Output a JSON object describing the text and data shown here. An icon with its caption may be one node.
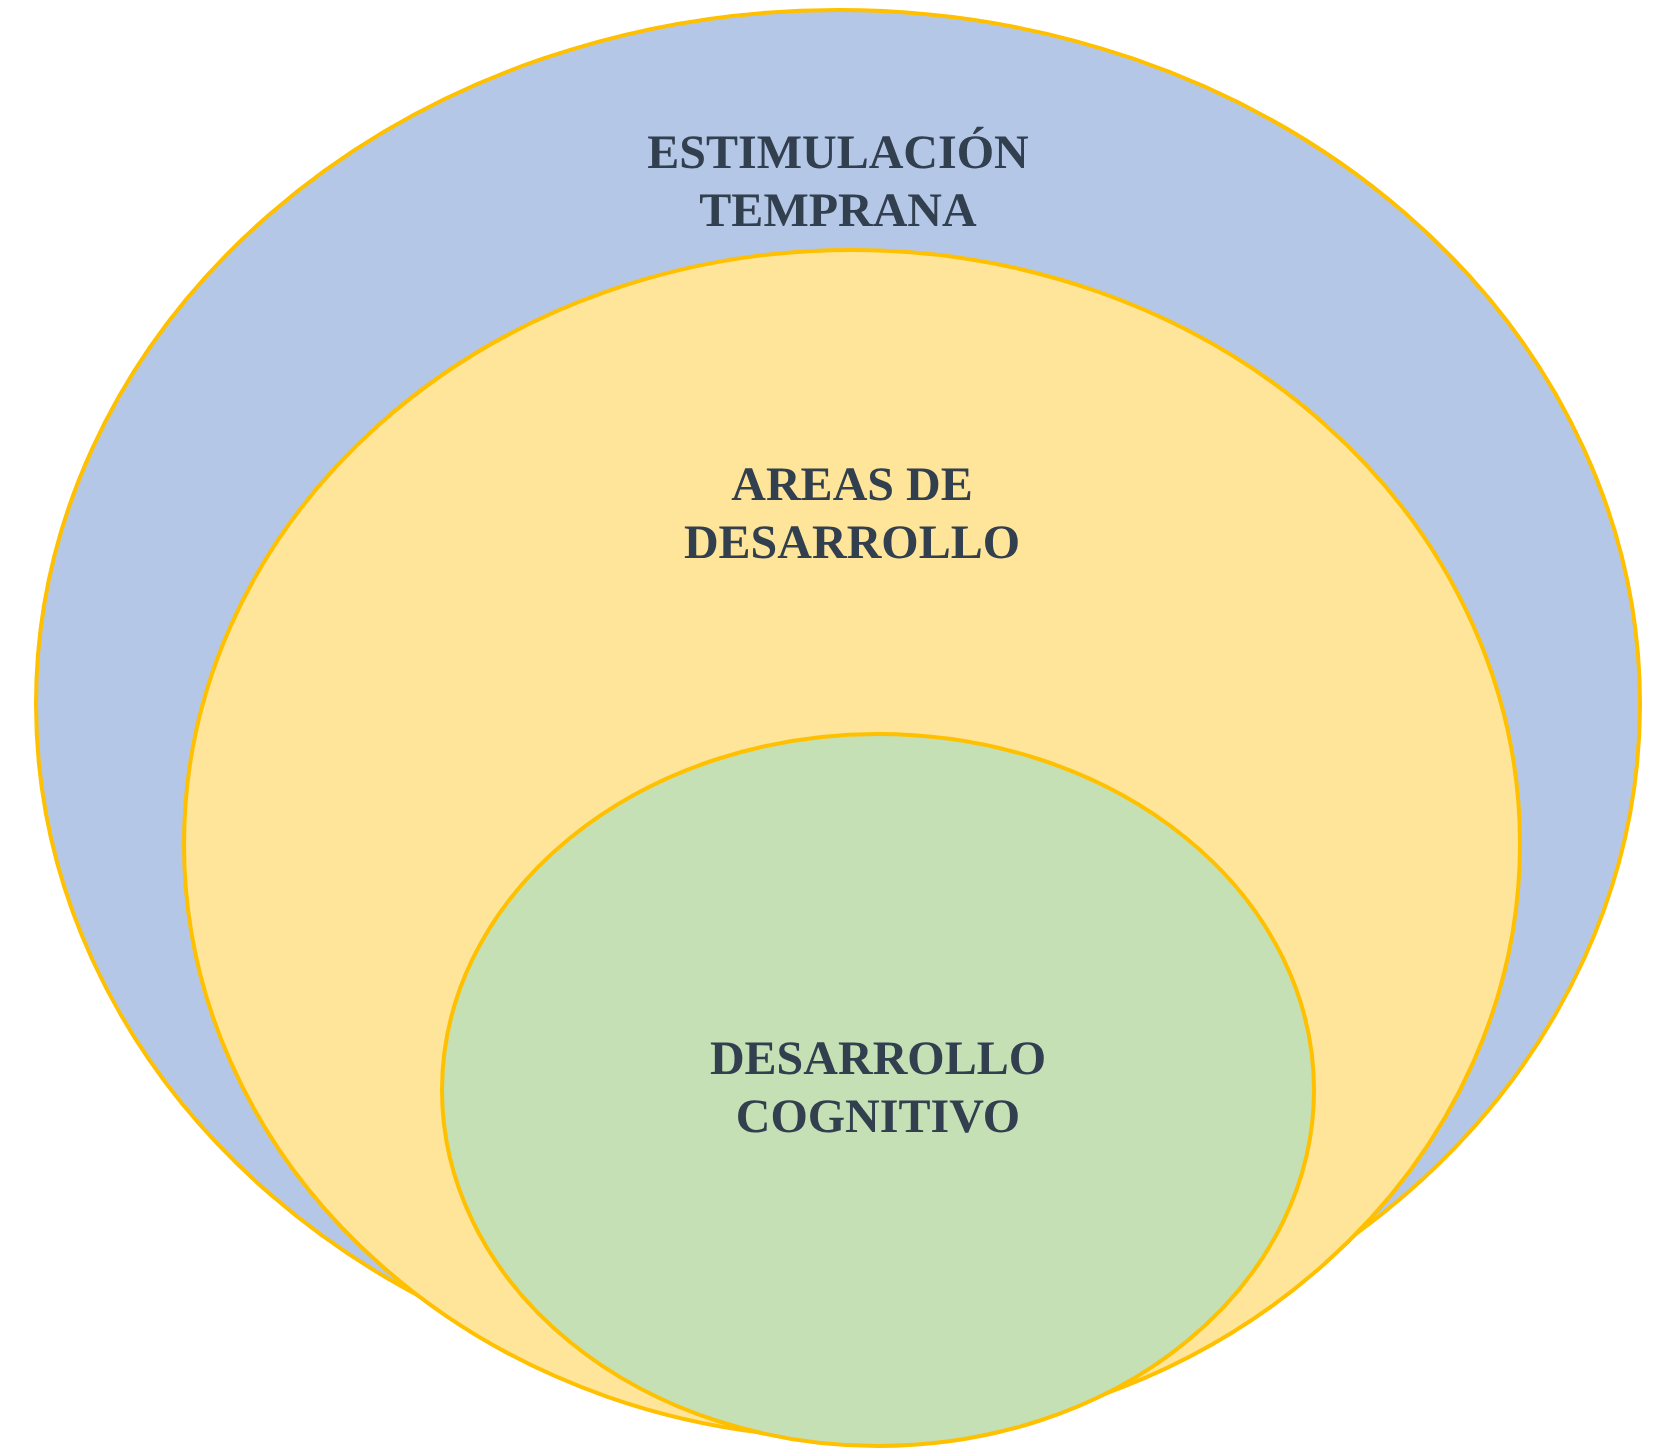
{
  "diagram": {
    "nodes": [
      {
        "text": [
          "ESTIMULACIÓN TEMPRANA"
        ]
      },
      {
        "text": [
          "AREAS DE DESARROLLO"
        ],
        "in": 0
      },
      {
        "text": [
          "DESARROLLO COGNITIVO"
        ],
        "in": 1
      }
    ]
  }
}
